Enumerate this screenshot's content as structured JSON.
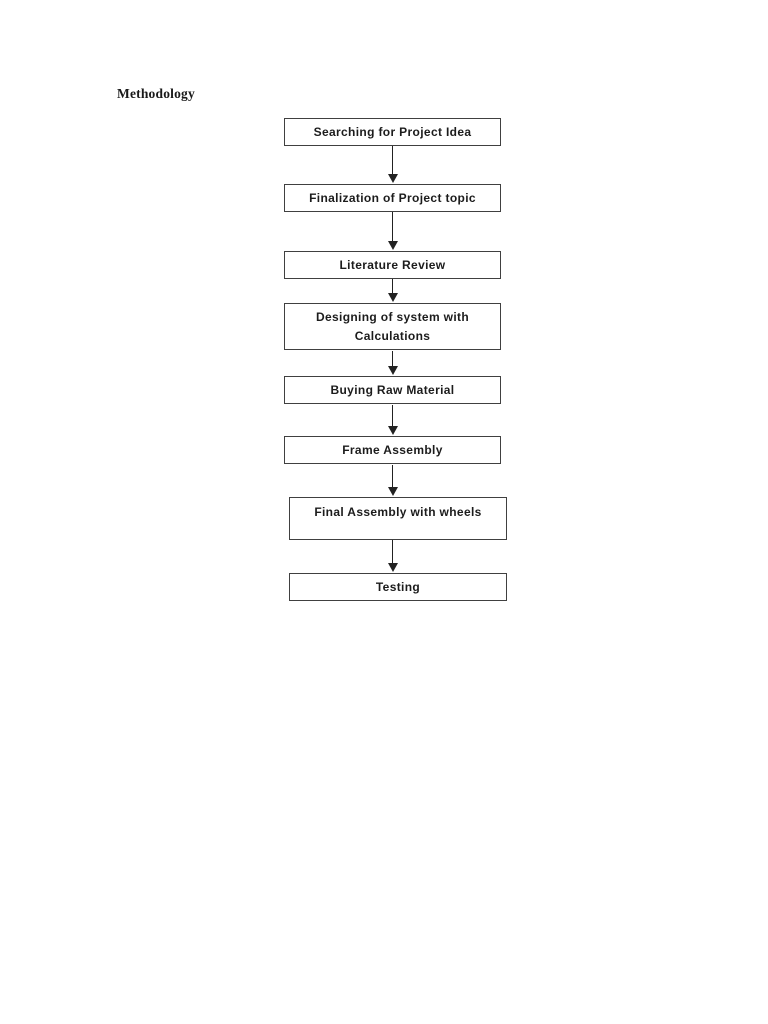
{
  "page": {
    "heading": "Methodology",
    "background_color": "#ffffff"
  },
  "flowchart": {
    "type": "flowchart",
    "direction": "top-down",
    "box_border_color": "#404040",
    "box_fill_color": "#ffffff",
    "text_color": "#1c1c1c",
    "arrow_color": "#222222",
    "nodes": [
      {
        "label": "Searching for Project Idea"
      },
      {
        "label": "Finalization of Project topic"
      },
      {
        "label": "Literature Review"
      },
      {
        "label": "Designing of system with Calculations"
      },
      {
        "label": "Buying Raw Material"
      },
      {
        "label": "Frame Assembly"
      },
      {
        "label": "Final Assembly with wheels"
      },
      {
        "label": "Testing"
      }
    ],
    "edges": [
      [
        0,
        1
      ],
      [
        1,
        2
      ],
      [
        2,
        3
      ],
      [
        3,
        4
      ],
      [
        4,
        5
      ],
      [
        5,
        6
      ],
      [
        6,
        7
      ]
    ]
  }
}
